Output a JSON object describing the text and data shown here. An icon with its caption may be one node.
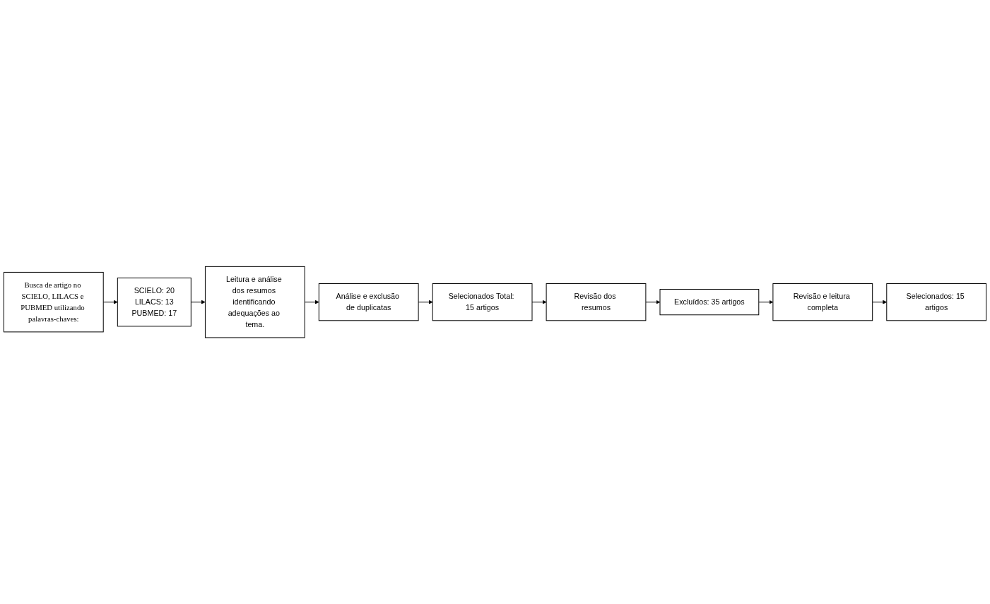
{
  "diagram": {
    "nodes": [
      {
        "text": [
          "Busca de artigo no SCIELO, LILACS e PUBMED utilizando palavras-chaves:"
        ]
      },
      {
        "text": [
          "SCIELO: 20",
          "LILACS: 13",
          "PUBMED: 17"
        ]
      },
      {
        "text": [
          "Leitura e análise dos resumos identificando adequações ao tema."
        ]
      },
      {
        "text": [
          "Análise e exclusão de duplicatas"
        ]
      },
      {
        "text": [
          "Selecionados Total: 15 artigos"
        ]
      },
      {
        "text": [
          "Revisão dos resumos"
        ]
      },
      {
        "text": [
          "Excluídos: 35 artigos"
        ]
      },
      {
        "text": [
          "Revisão e leitura completa"
        ]
      },
      {
        "text": [
          "Selecionados: 15 artigos"
        ]
      }
    ],
    "edges": [
      {
        "from": 0,
        "to": 1,
        "arrow": "to"
      },
      {
        "from": 1,
        "to": 2,
        "arrow": "to"
      },
      {
        "from": 2,
        "to": 3,
        "arrow": "to"
      },
      {
        "from": 3,
        "to": 4,
        "arrow": "to"
      },
      {
        "from": 4,
        "to": 5,
        "arrow": "to"
      },
      {
        "from": 5,
        "to": 6,
        "arrow": "to"
      },
      {
        "from": 6,
        "to": 7,
        "arrow": "to"
      },
      {
        "from": 7,
        "to": 8,
        "arrow": "to"
      }
    ]
  }
}
